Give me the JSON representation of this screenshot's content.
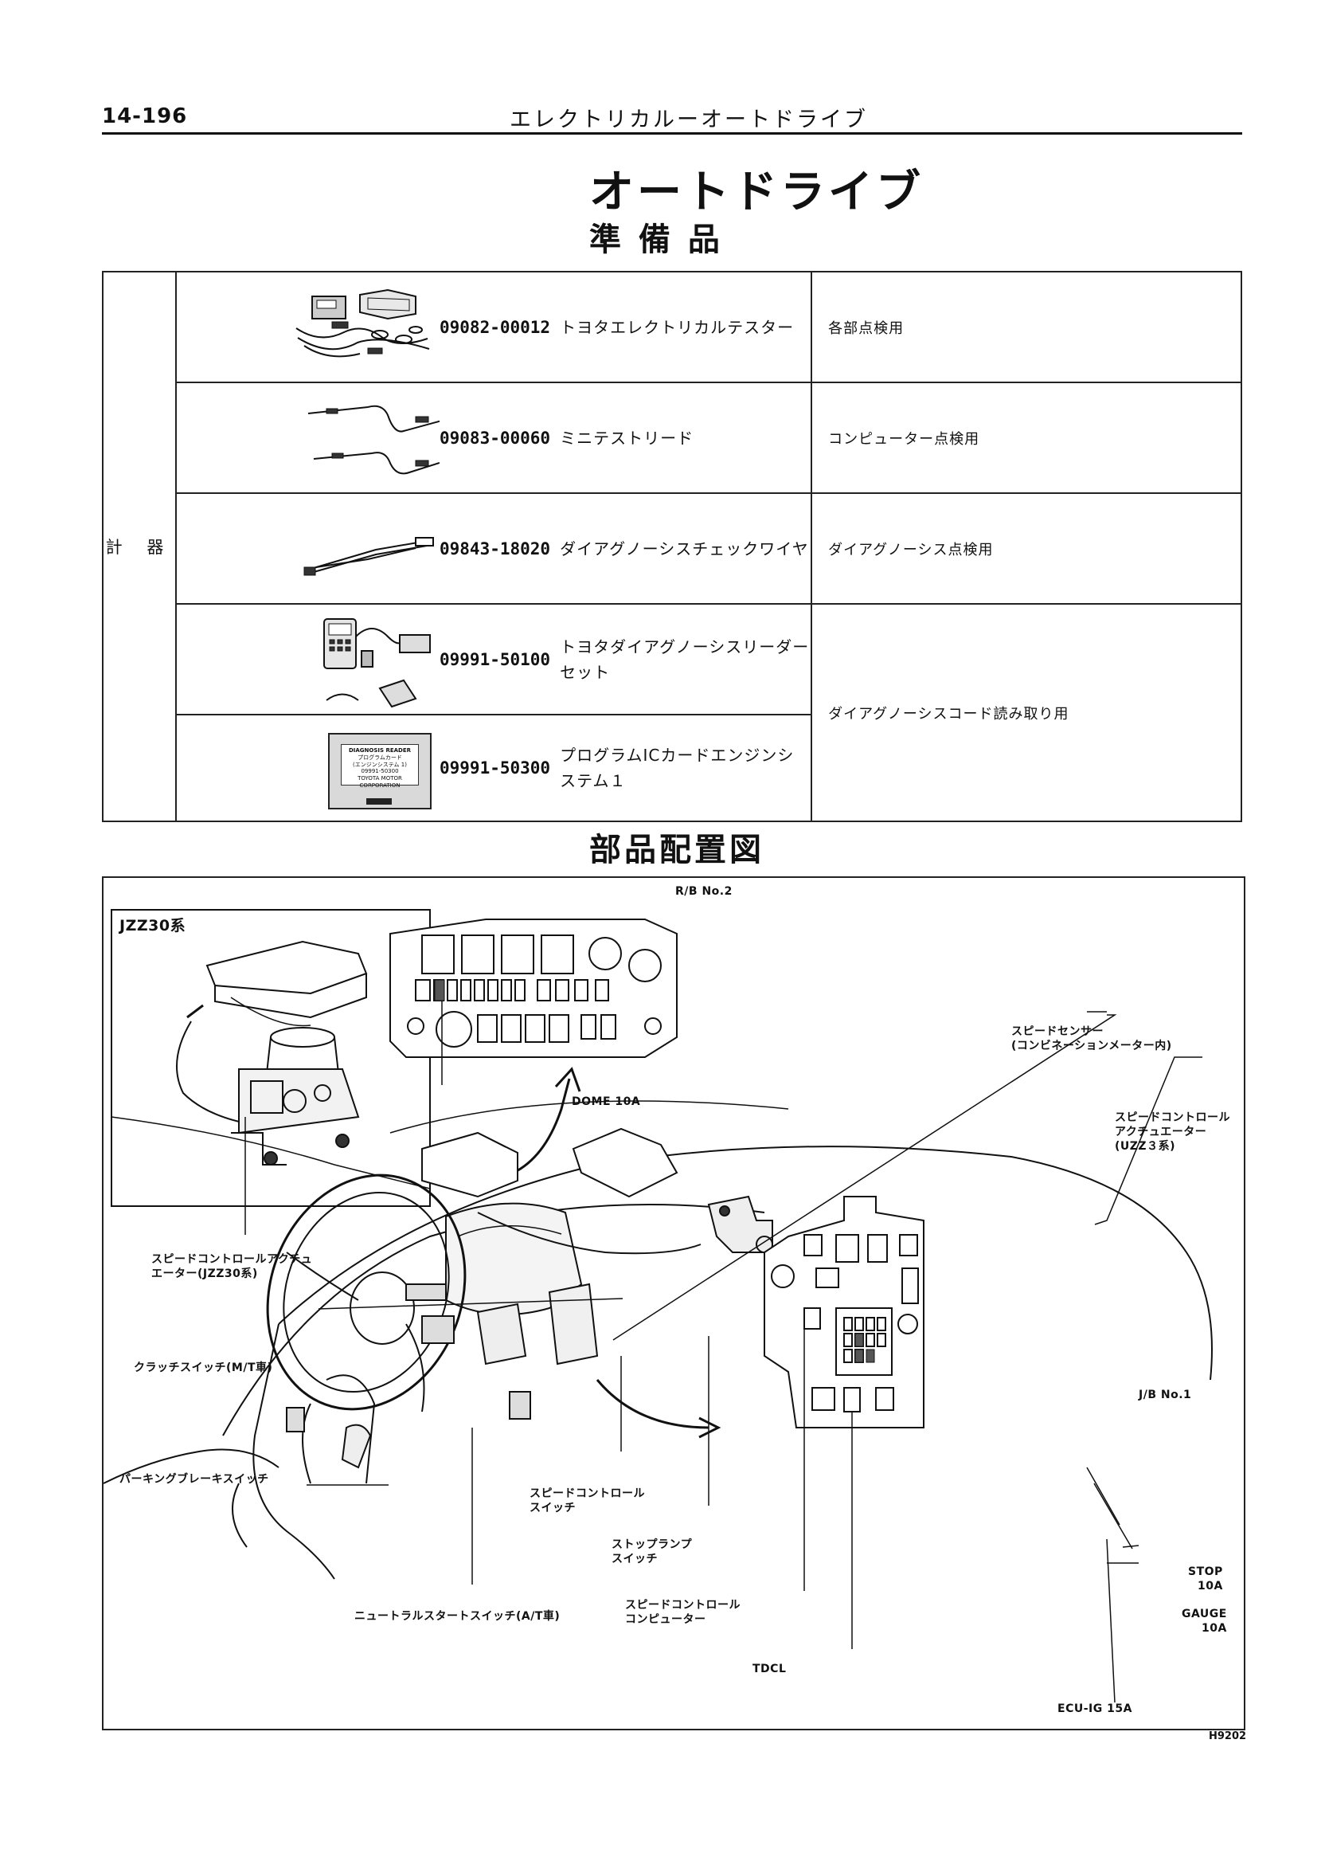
{
  "header": {
    "page_number": "14-196",
    "running_title": "エレクトリカルーオートドライブ"
  },
  "title": "オートドライブ",
  "sections": {
    "preparations": "準 備 品",
    "component_layout": "部品配置図"
  },
  "tools_table": {
    "category": "計 器",
    "rows": [
      {
        "code": "09082-00012",
        "name": "トヨタエレクトリカルテスター",
        "use": "各部点検用",
        "icon": "electrical-tester-kit"
      },
      {
        "code": "09083-00060",
        "name": "ミニテストリード",
        "use": "コンピューター点検用",
        "icon": "test-lead-cables"
      },
      {
        "code": "09843-18020",
        "name": "ダイアグノーシスチェックワイヤ",
        "use": "ダイアグノーシス点検用",
        "icon": "check-wire"
      },
      {
        "code": "09991-50100",
        "name": "トヨタダイアグノーシスリーダーセット",
        "use": "ダイアグノーシスコード読み取り用",
        "icon": "diagnosis-reader-set"
      },
      {
        "code": "09991-50300",
        "name": "プログラムICカードエンジンシステム１",
        "use": "",
        "icon": "ic-card"
      }
    ],
    "ic_card_print": {
      "line1": "DIAGNOSIS READER",
      "line2": "プログラムカード",
      "line3": "(エンジンシステム 1)",
      "line4": "09991-50300",
      "line5": "TOYOTA MOTOR CORPORATION"
    }
  },
  "diagram": {
    "inset_label": "JZZ30系",
    "rb_label": "R/B No.2",
    "dome_label": "DOME 10A",
    "jb_label": "J/B No.1",
    "stop_label": "STOP\n10A",
    "gauge_label": "GAUGE\n10A",
    "ecu_label": "ECU-IG 15A",
    "callouts": {
      "speed_sensor": "スピードセンサー\n(コンビネーションメーター内)",
      "actuator_uzz": "スピードコントロール\nアクチュエーター\n(UZZ３系)",
      "actuator_jzz": "スピードコントロールアクチュ\nエーター(JZZ30系)",
      "clutch_switch": "クラッチスイッチ(M/T車)",
      "parking_brake_switch": "パーキングブレーキスイッチ",
      "speed_control_switch": "スピードコントロール\nスイッチ",
      "stop_lamp_switch": "ストップランプ\nスイッチ",
      "speed_control_computer": "スピードコントロール\nコンピューター",
      "neutral_start_switch": "ニュートラルスタートスイッチ(A/T車)",
      "tdcl": "TDCL"
    },
    "figure_code": "H9202"
  }
}
